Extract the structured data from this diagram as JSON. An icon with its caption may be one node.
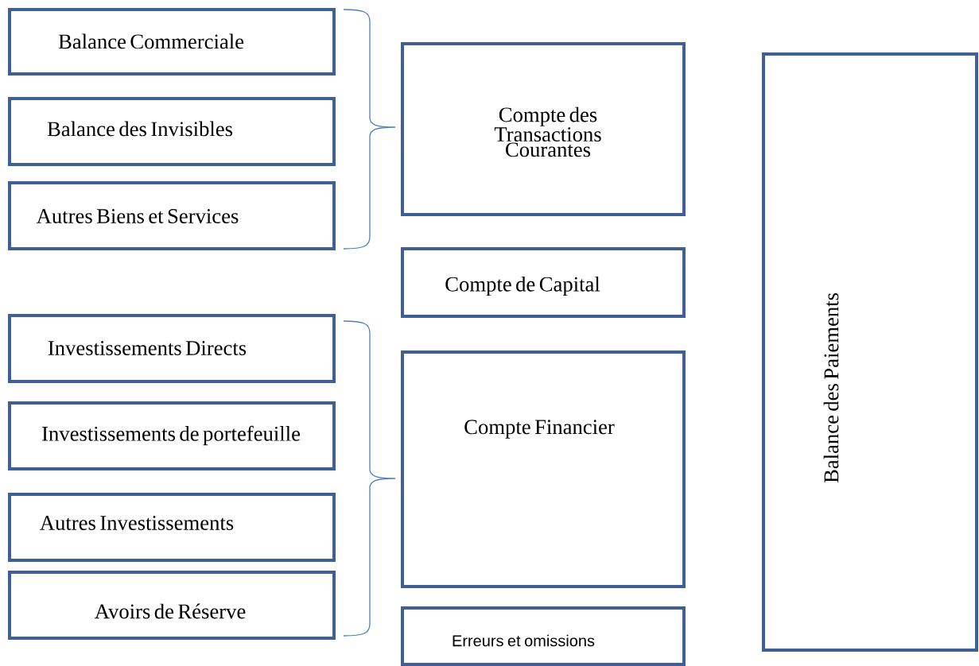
{
  "diagram": {
    "nodes": [
      {
        "text": [
          "Balance Commerciale"
        ]
      },
      {
        "text": [
          "Balance des Invisibles"
        ]
      },
      {
        "text": [
          "Autres Biens et Services"
        ]
      },
      {
        "text": [
          "Compte des Transactions Courantes"
        ]
      },
      {
        "text": [
          "Compte de Capital"
        ]
      },
      {
        "text": [
          "Investissements Directs"
        ]
      },
      {
        "text": [
          "Investissements de portefeuille"
        ]
      },
      {
        "text": [
          "Autres Investissements"
        ]
      },
      {
        "text": [
          "Avoirs de Réserve"
        ]
      },
      {
        "text": [
          "Compte Financier"
        ]
      },
      {
        "text": [
          "Erreurs et omissions"
        ]
      },
      {
        "text": [
          "Balance des Paiements"
        ]
      }
    ]
  }
}
